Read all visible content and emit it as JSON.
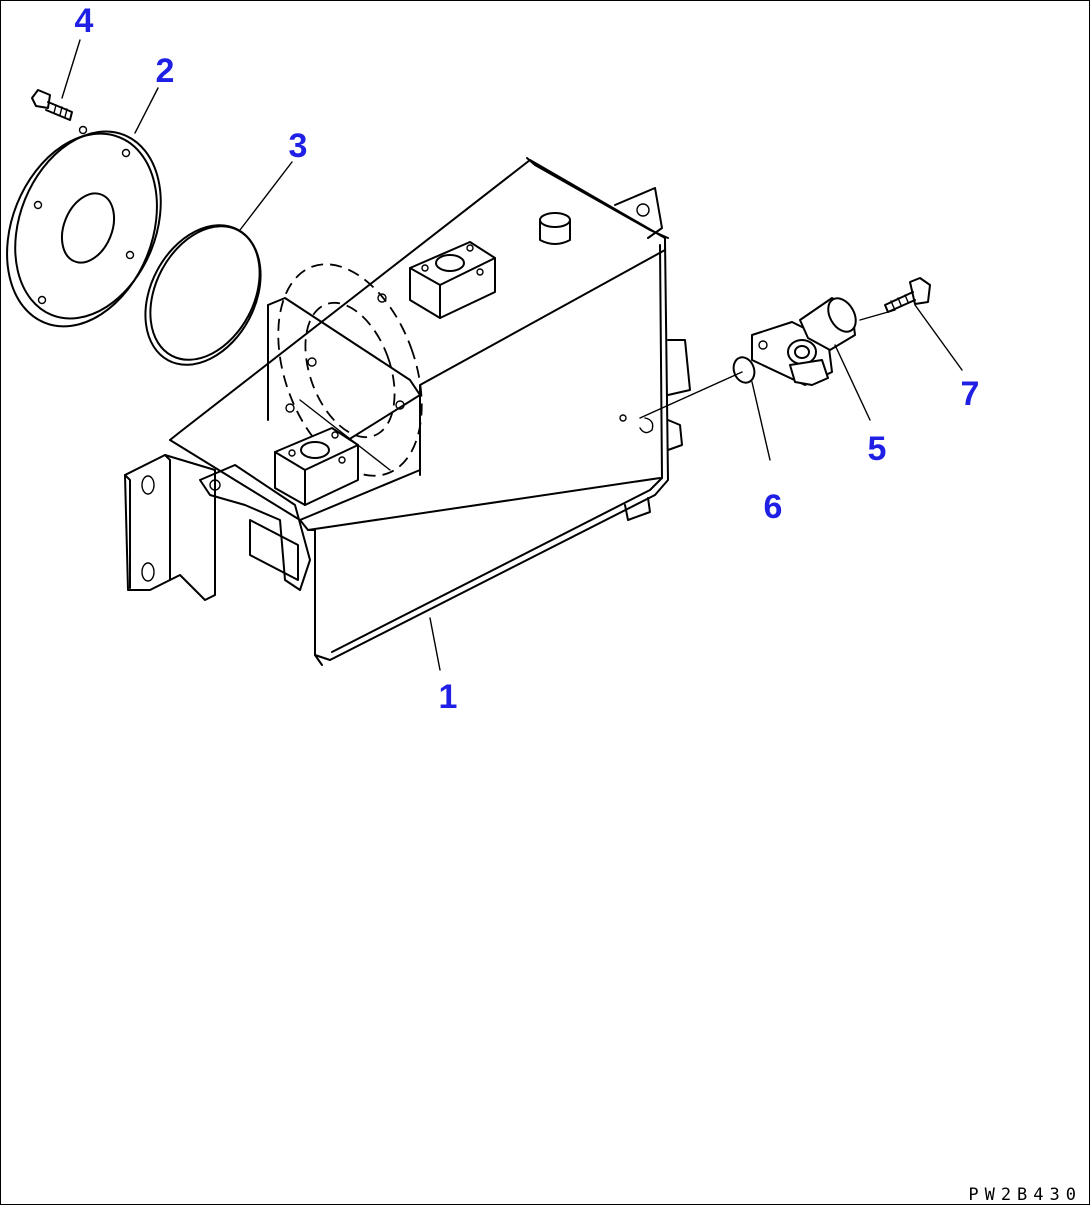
{
  "callouts": {
    "part_1": "1",
    "part_2": "2",
    "part_3": "3",
    "part_4": "4",
    "part_5": "5",
    "part_6": "6",
    "part_7": "7"
  },
  "drawing_code": "PW2B430",
  "colors": {
    "callout": "#1f1fe6",
    "line": "#000000",
    "background": "#ffffff"
  }
}
